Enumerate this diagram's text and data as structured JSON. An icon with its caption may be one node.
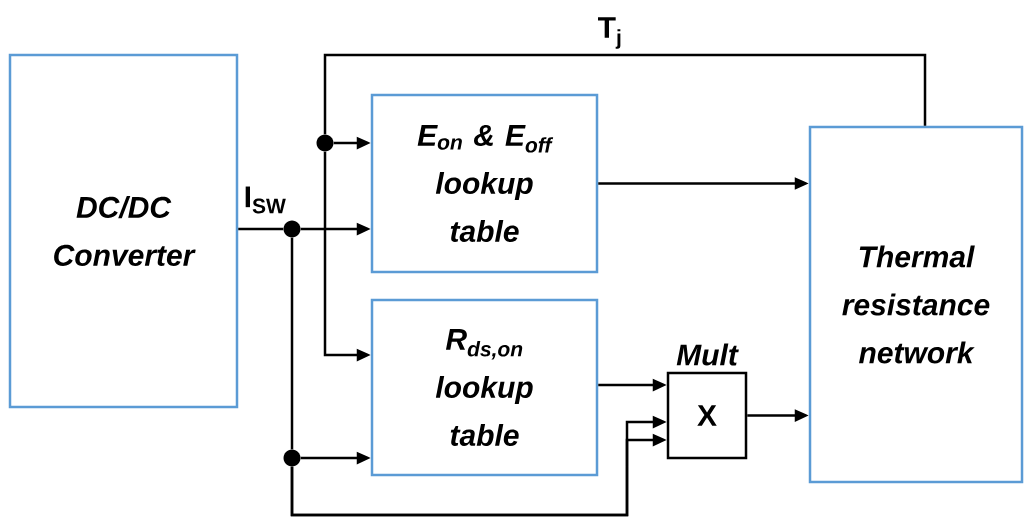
{
  "diagram": {
    "nodes": [
      {
        "text": [
          "DC/DC Converter"
        ]
      },
      {
        "text": [
          "E$_{on}$ & E$_{off}$ lookup table"
        ]
      },
      {
        "text": [
          "R$_{ds,on}$ lookup table"
        ]
      },
      {
        "text": [
          "Mult",
          "X"
        ]
      },
      {
        "text": [
          "Thermal resistance network"
        ]
      },
      {
        "text": [],
        "shape": "circle"
      },
      {
        "text": [],
        "shape": "circle"
      },
      {
        "text": [],
        "shape": "circle"
      }
    ],
    "edges": [
      {
        "from": 0,
        "to": 5,
        "arrow": "none",
        "label": "I$_{SW}$"
      },
      {
        "from": 5,
        "to": 1,
        "arrow": "to"
      },
      {
        "from": 5,
        "to": 7,
        "arrow": "none"
      },
      {
        "from": 7,
        "to": 2,
        "arrow": "to"
      },
      {
        "from": 7,
        "to": 3,
        "arrow": "to"
      },
      {
        "from": 7,
        "to": 3,
        "arrow": "to"
      },
      {
        "from": 4,
        "to": 6,
        "arrow": "none",
        "label": "T$_{j}$"
      },
      {
        "from": 6,
        "to": 1,
        "arrow": "to"
      },
      {
        "from": 6,
        "to": 2,
        "arrow": "to"
      },
      {
        "from": 1,
        "to": 4,
        "arrow": "to"
      },
      {
        "from": 2,
        "to": 3,
        "arrow": "to"
      },
      {
        "from": 3,
        "to": 4,
        "arrow": "to"
      }
    ]
  }
}
